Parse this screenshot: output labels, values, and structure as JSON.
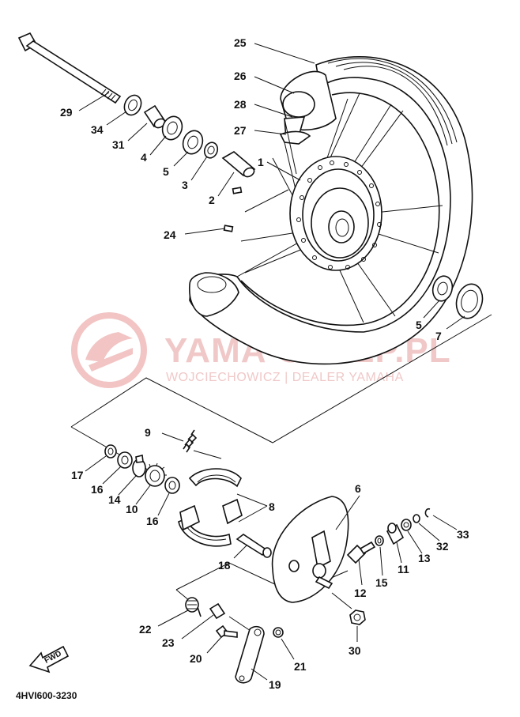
{
  "watermark": {
    "title": "YAMA-SKLEP.PL",
    "subtitle": "WOJCIECHOWICZ | DEALER YAMAHA",
    "color": "#f0c8c8"
  },
  "diagram_code": "4HVI600-3230",
  "fwd_label": "FWD",
  "callouts": {
    "c1": "1",
    "c2": "2",
    "c3": "3",
    "c4": "4",
    "c5a": "5",
    "c5b": "5",
    "c6": "6",
    "c7": "7",
    "c8": "8",
    "c9": "9",
    "c10": "10",
    "c11": "11",
    "c12": "12",
    "c13": "13",
    "c14": "14",
    "c15": "15",
    "c16a": "16",
    "c16b": "16",
    "c17": "17",
    "c18": "18",
    "c19": "19",
    "c20": "20",
    "c21": "21",
    "c22": "22",
    "c23": "23",
    "c24": "24",
    "c25": "25",
    "c26": "26",
    "c27": "27",
    "c28": "28",
    "c29": "29",
    "c30": "30",
    "c31": "31",
    "c32": "32",
    "c33": "33",
    "c34": "34"
  }
}
